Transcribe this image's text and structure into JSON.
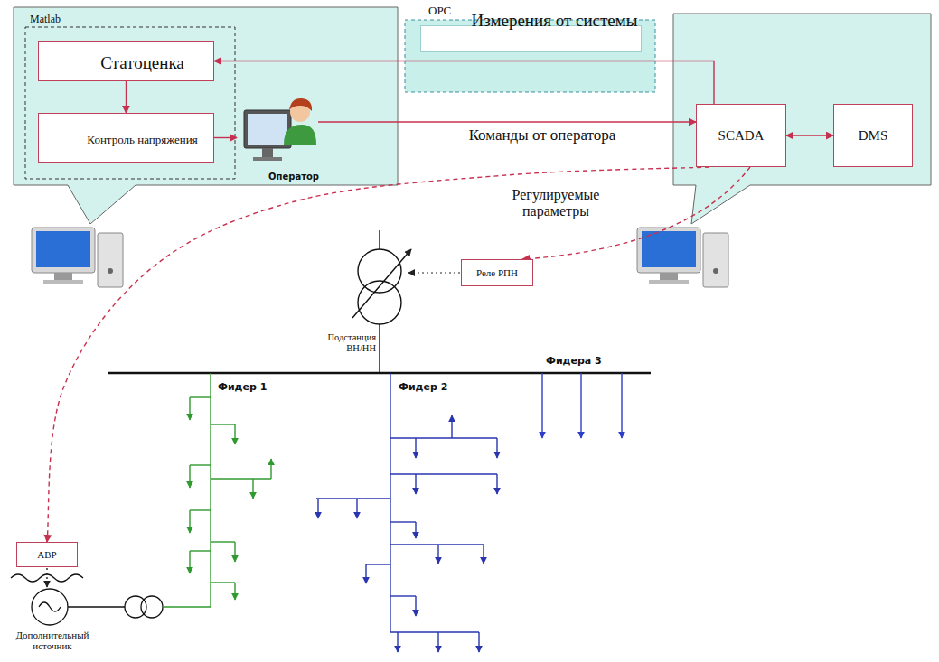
{
  "diagram": {
    "nodes": [
      {
        "text": [
          "Matlab"
        ]
      },
      {
        "text": [
          "Статоценка"
        ],
        "in": 0
      },
      {
        "text": [
          "Контроль напряжения"
        ],
        "in": 0
      },
      {
        "text": [
          "Оператор"
        ],
        "in": 0
      },
      {
        "text": [
          "OPC"
        ]
      },
      {
        "text": [
          "Измерения от системы"
        ],
        "in": 4
      },
      {
        "text": [
          "SCADA"
        ]
      },
      {
        "text": [
          "DMS"
        ]
      },
      {
        "text": [
          "Реле РПН"
        ]
      },
      {
        "text": [
          "АВР"
        ]
      }
    ],
    "edges": [
      {
        "from": 6,
        "to": 1,
        "arrow": "to"
      },
      {
        "from": 1,
        "to": 2,
        "arrow": "to"
      },
      {
        "from": 2,
        "to": 3,
        "arrow": "to"
      },
      {
        "from": 3,
        "to": 6,
        "label": "Команды от оператора",
        "arrow": "to"
      },
      {
        "from": 6,
        "to": 7,
        "arrow": "both"
      },
      {
        "from": 6,
        "to": 8,
        "arrow": "to"
      },
      {
        "from": 6,
        "to": 9,
        "arrow": "to"
      }
    ],
    "labels": [
      "Регулируемые параметры",
      "Подстанция ВН/НН",
      "Фидер 1",
      "Фидер 2",
      "Фидера 3",
      "Дополнительный источник"
    ]
  }
}
